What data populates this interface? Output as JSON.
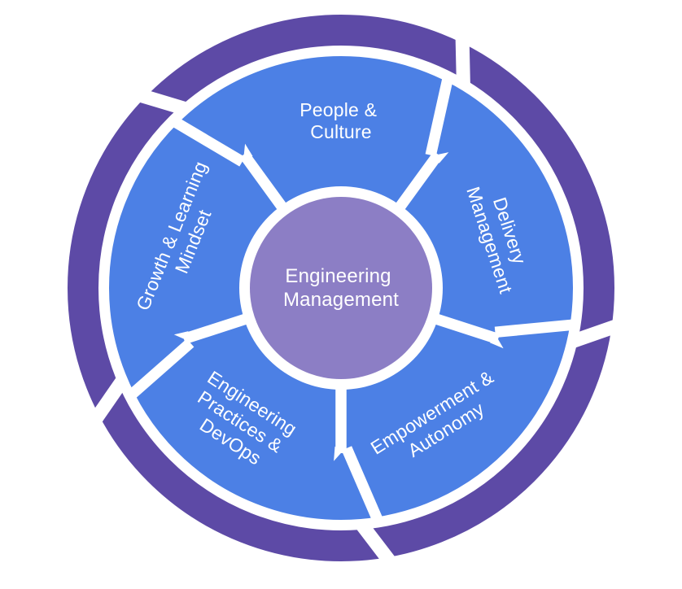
{
  "diagram": {
    "center_label": {
      "lines": [
        "Engineering",
        "Management"
      ]
    },
    "segments": [
      {
        "name": "People & Culture",
        "lines": [
          "People &",
          "Culture"
        ],
        "angle": 90,
        "label_rotation": 0
      },
      {
        "name": "Delivery Management",
        "lines": [
          "Delivery",
          "Management"
        ],
        "angle": 18,
        "label_rotation": 72
      },
      {
        "name": "Empowerment & Autonomy",
        "lines": [
          "Empowerment &",
          "Autonomy"
        ],
        "angle": -54,
        "label_rotation": -32
      },
      {
        "name": "Engineering Practices & DevOps",
        "lines": [
          "Engineering",
          "Practices &",
          "DevOps"
        ],
        "angle": 234,
        "label_rotation": 33
      },
      {
        "name": "Growth & Learning Mindset",
        "lines": [
          "Growth & Learning",
          "Mindset"
        ],
        "angle": 162,
        "label_rotation": -68
      }
    ],
    "colors": {
      "background": "#ffffff",
      "segment_blue": "#4c80e5",
      "outer_ring_purple": "#5d4aa6",
      "center_purple": "#8c7ec5",
      "divider_white": "#ffffff",
      "text_white": "#ffffff"
    }
  }
}
